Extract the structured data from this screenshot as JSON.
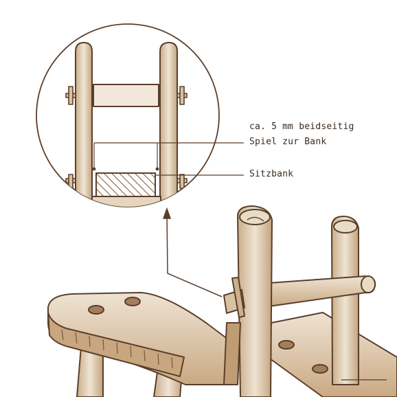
{
  "annotations": {
    "gap_line1": "ca. 5 mm beidseitig",
    "gap_line2": "Spiel zur Bank",
    "seat": "Sitzbank"
  },
  "colors": {
    "ink": "#5a3e2b",
    "wood_light": "#eee3d3",
    "wood_mid": "#d8c2a4",
    "wood_dark": "#a47e5a",
    "hatch": "#8a6440",
    "text": "#3a2c20"
  }
}
